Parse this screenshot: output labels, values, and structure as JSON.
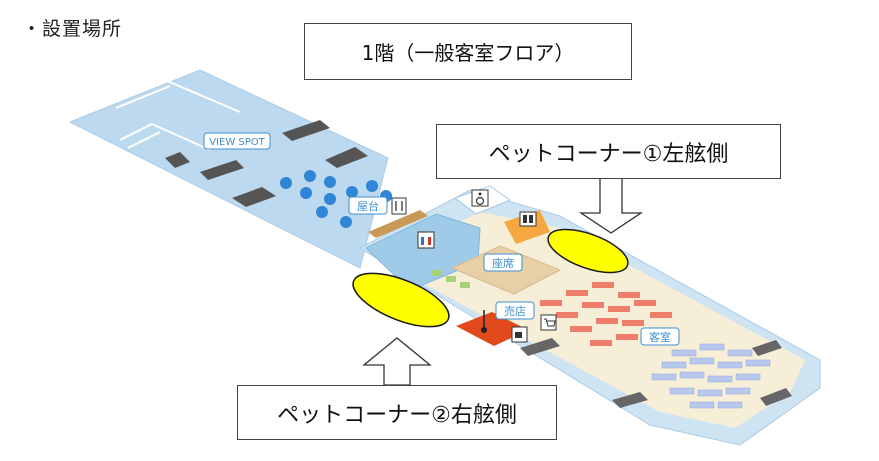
{
  "heading": "・設置場所",
  "floor_title": "1階（一般客室フロア）",
  "callouts": {
    "pet_corner_1": "ペットコーナー①左舷側",
    "pet_corner_2": "ペットコーナー②右舷側"
  },
  "map": {
    "view_spot": "VIEW SPOT",
    "food_stall": "屋台",
    "seating": "座席",
    "shop": "売店",
    "cabin": "客室"
  },
  "icons": [
    "wheelchair-icon",
    "restroom-icon",
    "elevator-icon",
    "utensils-icon",
    "cart-icon",
    "coffee-icon"
  ],
  "colors": {
    "deck_blue": "#bcd9ef",
    "floor_cream": "#f7eed8",
    "highlight_yellow": "#ffff00",
    "label_blue": "#3f8fd0",
    "seat_red": "#f07c6c",
    "seat_blue": "#b8c8ec"
  }
}
